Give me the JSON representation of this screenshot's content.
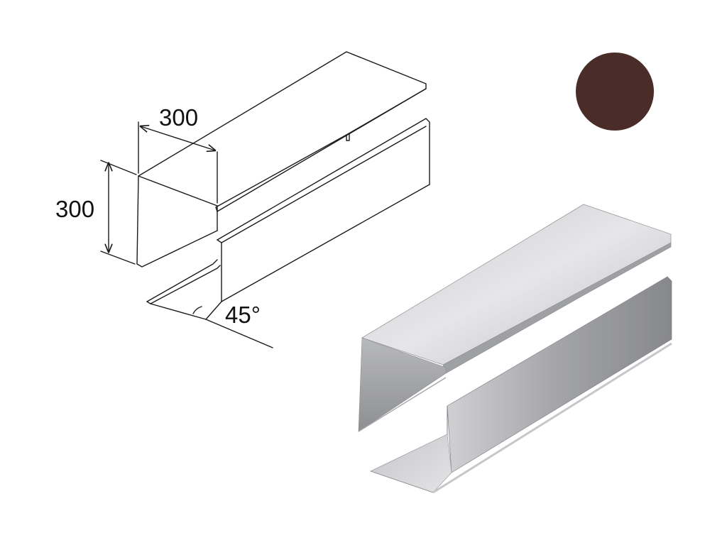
{
  "drawing": {
    "width_label": "300",
    "height_label": "300",
    "angle_label": "45°"
  },
  "swatch": {
    "color": "#4a2c28"
  },
  "render": {
    "metal_light": "#d4d4d6",
    "metal_mid": "#b4b5b8",
    "metal_dark": "#8f9094"
  }
}
